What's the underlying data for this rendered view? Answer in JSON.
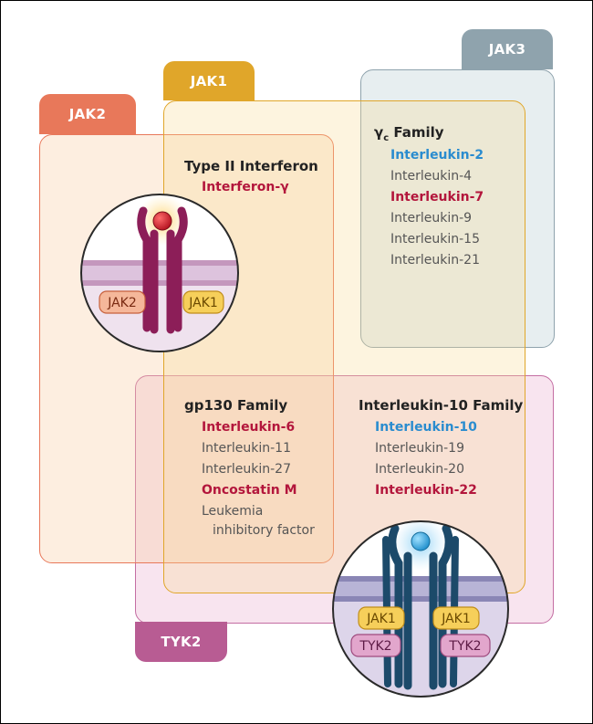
{
  "tabs": {
    "jak2": "JAK2",
    "jak1": "JAK1",
    "jak3": "JAK3",
    "tyk2": "TYK2"
  },
  "type_ii": {
    "title": "Type II Interferon",
    "items": [
      "Interferon-γ"
    ]
  },
  "gamma_c": {
    "title_symbol": "γ",
    "title_sub": "c",
    "title_rest": " Family",
    "items": [
      "Interleukin-2",
      "Interleukin-4",
      "Interleukin-7",
      "Interleukin-9",
      "Interleukin-15",
      "Interleukin-21"
    ]
  },
  "gp130": {
    "title": "gp130 Family",
    "items": [
      "Interleukin-6",
      "Interleukin-11",
      "Interleukin-27",
      "Oncostatin M",
      "Leukemia",
      "inhibitory factor"
    ]
  },
  "il10": {
    "title": "Interleukin-10 Family",
    "items": [
      "Interleukin-10",
      "Interleukin-19",
      "Interleukin-20",
      "Interleukin-22"
    ]
  },
  "receptor1_labels": {
    "left": "JAK2",
    "right": "JAK1"
  },
  "receptor2_labels": {
    "jak_left": "JAK1",
    "jak_right": "JAK1",
    "tyk_left": "TYK2",
    "tyk_right": "TYK2"
  },
  "colors": {
    "jak2": "#e8785a",
    "jak1": "#e0a62a",
    "jak3": "#8fa3ad",
    "tyk2": "#b85c93",
    "highlight_red": "#b3163c",
    "highlight_blue": "#2a8ccf"
  }
}
